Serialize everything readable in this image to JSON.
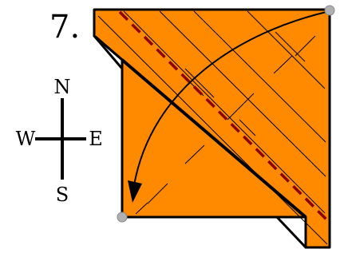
{
  "step": {
    "number_label": "7."
  },
  "compass": {
    "north": "N",
    "south": "S",
    "east": "E",
    "west": "W"
  },
  "colors": {
    "paper_front": "#ff8a00",
    "paper_back": "#ffffff",
    "fold_line_valley": "#8b0000",
    "outline": "#000000",
    "reference_dot": "#b0b0b0"
  },
  "icons": {
    "fold_arrow": "curved-arrow-icon",
    "reference_points": "grey-dot-icon",
    "valley_fold": "dashed-fold-line-icon"
  }
}
